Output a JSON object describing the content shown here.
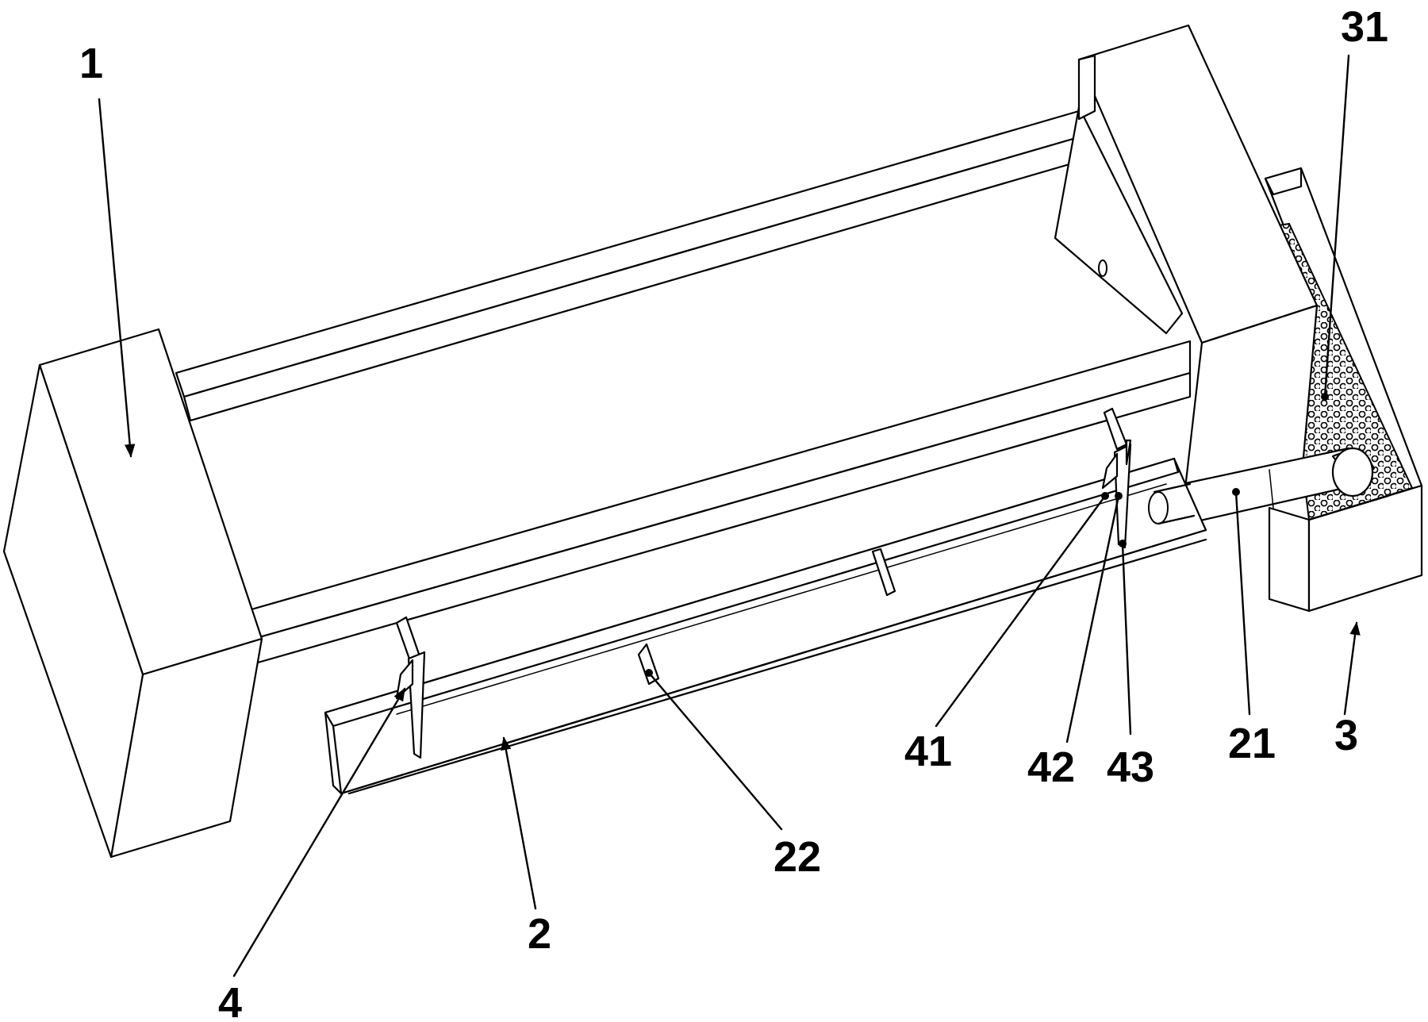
{
  "labels": {
    "l1": "1",
    "l2": "2",
    "l3": "3",
    "l4": "4",
    "l21": "21",
    "l22": "22",
    "l31": "31",
    "l41": "41",
    "l42": "42",
    "l43": "43"
  }
}
